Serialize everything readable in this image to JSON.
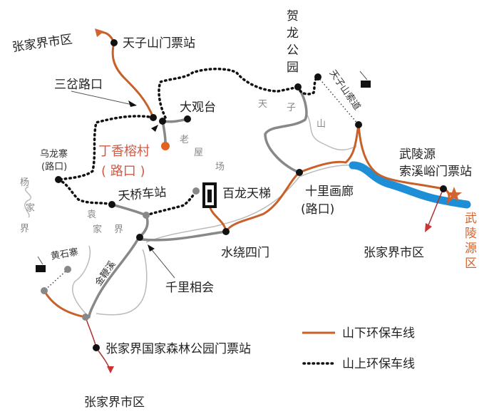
{
  "colors": {
    "lower_line": "#c8602a",
    "upper_line": "#111111",
    "river": "#1e8fd6",
    "road": "#888888",
    "highlight_text": "#d05a45",
    "star": "#d2652f"
  },
  "labels": {
    "city_top": "张家界市区",
    "tianzishan_gate": "天子山门票站",
    "sancha": "三岔路口",
    "daguantai": "大观台",
    "dingxiang_1": "丁香榕村",
    "dingxiang_2": "( 路口 )",
    "wulongzhai_1": "乌龙寨",
    "wulongzhai_2": "(路口)",
    "tianqiao": "天桥车站",
    "bailong": "百龙天梯",
    "helong": [
      "贺",
      "龙",
      "公",
      "园"
    ],
    "cableway": "天子山索道",
    "shili_1": "十里画廊",
    "shili_2": "(路口)",
    "wulingyuan_1": "武陵源",
    "wulingyuan_2": "索溪峪门票站",
    "wulingyuan_district": [
      "武",
      "陵",
      "源",
      "区"
    ],
    "city_right": "张家界市区",
    "shuiraosimen": "水绕四门",
    "qianlixianghui": "千里相会",
    "huangshizhai": "黄石寨",
    "jinbianxi": "金鞭溪",
    "forest_gate": "张家界国家森林公园门票站",
    "city_bottom": "张家界市区"
  },
  "areas": {
    "laowuchang": [
      "老",
      "屋",
      "场"
    ],
    "yangjiajie": [
      "杨",
      "家",
      "界"
    ],
    "yuanjiajie": [
      "袁",
      "家",
      "界"
    ],
    "tianzishan": [
      "天",
      "子",
      "山"
    ]
  },
  "legend": [
    {
      "label": "山下环保车线",
      "style": "solid-orange"
    },
    {
      "label": "山上环保车线",
      "style": "dotted-black"
    }
  ],
  "icons": [
    "elevator-icon",
    "cable-car-icon",
    "star-icon",
    "arrow-icon"
  ]
}
